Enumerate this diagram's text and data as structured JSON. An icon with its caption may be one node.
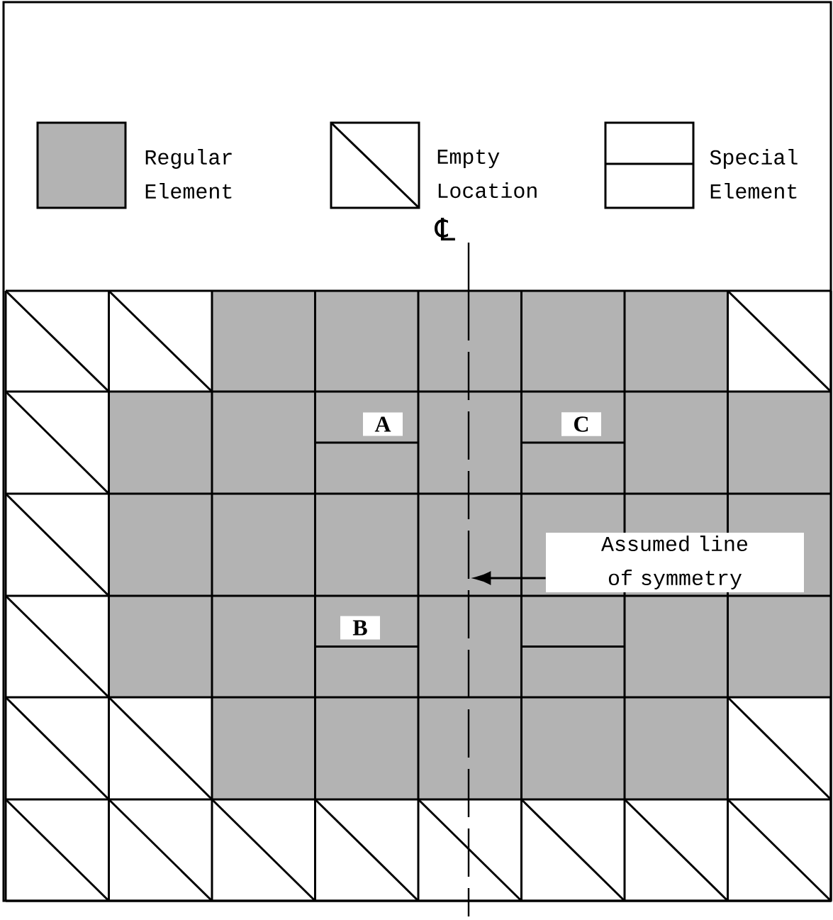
{
  "diagram": {
    "nodes": [
      {
        "text": [
          "Assumed line of symmetry"
        ]
      },
      {
        "text": [],
        "shape": "line"
      }
    ],
    "edges": [
      {
        "from": 0,
        "to": 1,
        "arrow": "to"
      }
    ],
    "labels": [
      "℄",
      "A",
      "C",
      "B"
    ],
    "legend": [
      {
        "text": "Regular Element",
        "color": "#b3b3b3"
      },
      {
        "text": "Empty Location"
      },
      {
        "text": "Special Element"
      }
    ]
  }
}
